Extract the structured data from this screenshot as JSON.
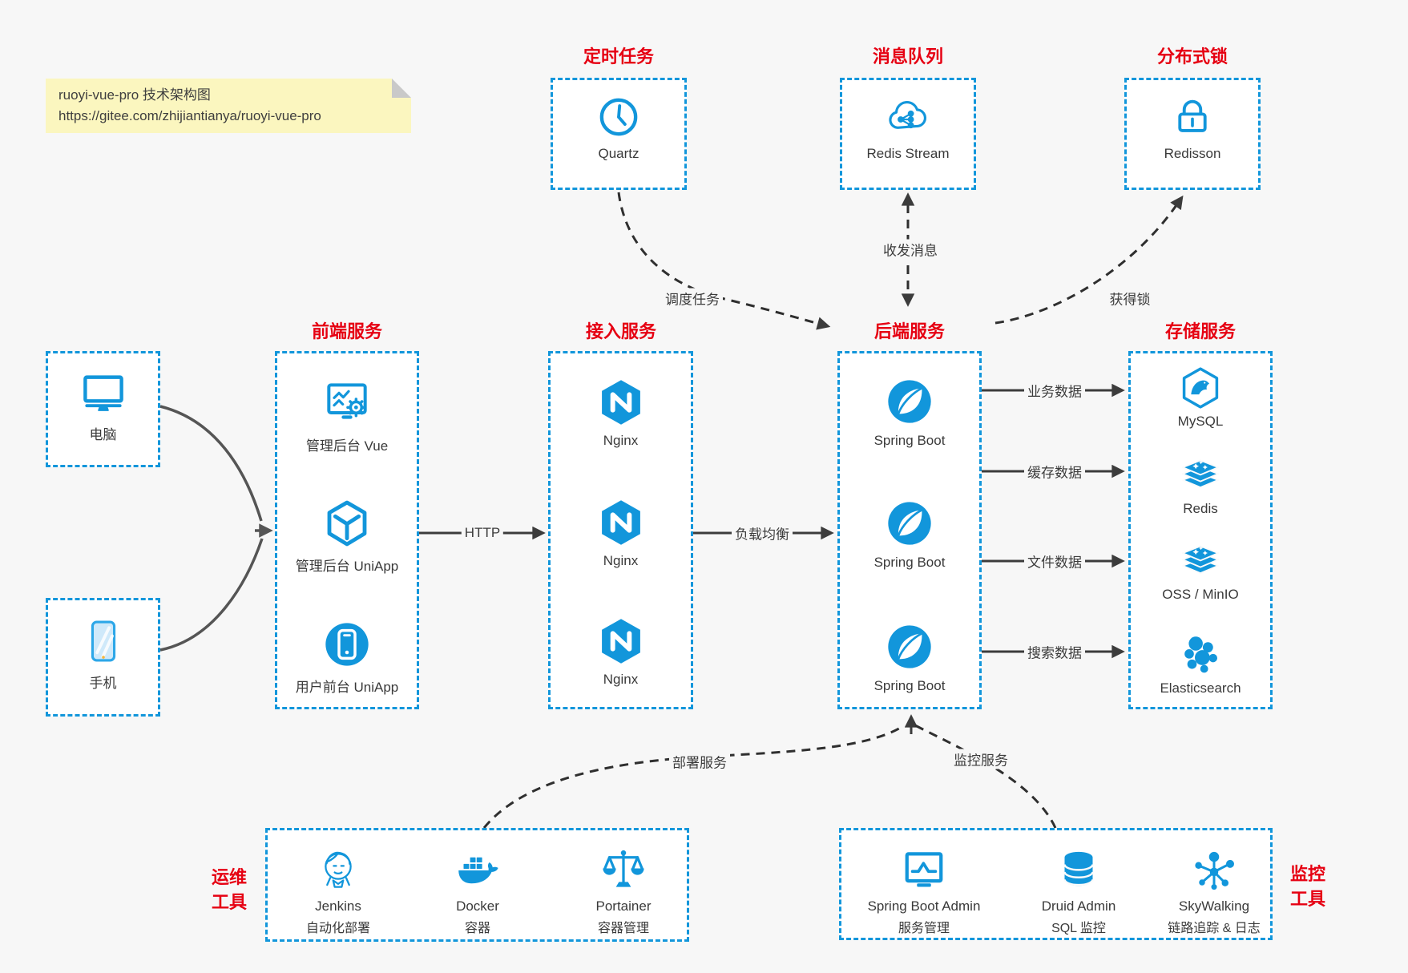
{
  "note": {
    "line1": "ruoyi-vue-pro 技术架构图",
    "line2": "https://gitee.com/zhijiantianya/ruoyi-vue-pro"
  },
  "top_groups": [
    {
      "title": "定时任务",
      "icon": "clock-icon",
      "label": "Quartz"
    },
    {
      "title": "消息队列",
      "icon": "cloud-share-icon",
      "label": "Redis Stream"
    },
    {
      "title": "分布式锁",
      "icon": "lock-icon",
      "label": "Redisson"
    }
  ],
  "clients": [
    {
      "icon": "desktop-icon",
      "label": "电脑"
    },
    {
      "icon": "smartphone-icon",
      "label": "手机"
    }
  ],
  "columns": [
    {
      "title": "前端服务",
      "items": [
        {
          "icon": "admin-screen-gear-icon",
          "label": "管理后台 Vue"
        },
        {
          "icon": "uniapp-cube-icon",
          "label": "管理后台 UniApp"
        },
        {
          "icon": "user-app-phone-icon",
          "label": "用户前台 UniApp"
        }
      ]
    },
    {
      "title": "接入服务",
      "items": [
        {
          "icon": "nginx-icon",
          "label": "Nginx"
        },
        {
          "icon": "nginx-icon",
          "label": "Nginx"
        },
        {
          "icon": "nginx-icon",
          "label": "Nginx"
        }
      ]
    },
    {
      "title": "后端服务",
      "items": [
        {
          "icon": "spring-leaf-icon",
          "label": "Spring Boot"
        },
        {
          "icon": "spring-leaf-icon",
          "label": "Spring Boot"
        },
        {
          "icon": "spring-leaf-icon",
          "label": "Spring Boot"
        }
      ]
    },
    {
      "title": "存储服务",
      "items": [
        {
          "icon": "mysql-dolphin-icon",
          "label": "MySQL"
        },
        {
          "icon": "redis-stack-icon",
          "label": "Redis"
        },
        {
          "icon": "redis-stack-icon",
          "label": "OSS / MinIO"
        },
        {
          "icon": "elasticsearch-cluster-icon",
          "label": "Elasticsearch"
        }
      ]
    }
  ],
  "bottom_groups": [
    {
      "side_line1": "运维",
      "side_line2": "工具",
      "items": [
        {
          "icon": "jenkins-icon",
          "name": "Jenkins",
          "desc": "自动化部署"
        },
        {
          "icon": "docker-whale-icon",
          "name": "Docker",
          "desc": "容器"
        },
        {
          "icon": "portainer-scales-icon",
          "name": "Portainer",
          "desc": "容器管理"
        }
      ]
    },
    {
      "side_line1": "监控",
      "side_line2": "工具",
      "items": [
        {
          "icon": "monitor-chart-icon",
          "name": "Spring Boot Admin",
          "desc": "服务管理"
        },
        {
          "icon": "database-icon",
          "name": "Druid Admin",
          "desc": "SQL 监控"
        },
        {
          "icon": "network-nodes-icon",
          "name": "SkyWalking",
          "desc": "链路追踪 & 日志"
        }
      ]
    }
  ],
  "edges": {
    "http": "HTTP",
    "load_balance": "负载均衡",
    "schedule": "调度任务",
    "messages": "收发消息",
    "lock": "获得锁",
    "business": "业务数据",
    "cache": "缓存数据",
    "file": "文件数据",
    "search": "搜索数据",
    "deploy": "部署服务",
    "monitor": "监控服务"
  },
  "colors": {
    "accent": "#1296db",
    "title_red": "#e60012",
    "arrow_dark": "#3c3c3c",
    "note_bg": "#fbf6bf"
  }
}
